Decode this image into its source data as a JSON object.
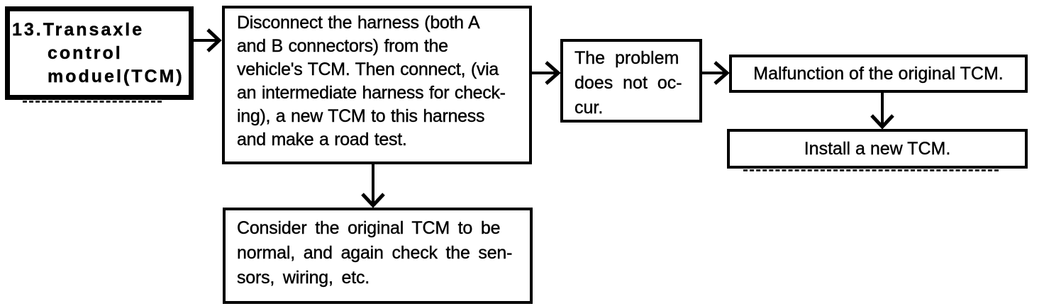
{
  "colors": {
    "ink": "#000000",
    "paper": "#ffffff"
  },
  "flow": {
    "step": {
      "lines": [
        "13.Transaxle",
        "control",
        "moduel(TCM)"
      ]
    },
    "action": {
      "lines": [
        "Disconnect the harness (both A",
        "and B connectors) from the",
        "vehicle's TCM. Then connect, (via",
        "an intermediate harness for check-",
        "ing), a new TCM to this harness",
        "and make a road test."
      ]
    },
    "result": {
      "lines": [
        "The problem",
        "does not oc-",
        "cur."
      ]
    },
    "malfunction": {
      "text": "Malfunction of the original TCM."
    },
    "install": {
      "text": "Install a new TCM."
    },
    "consider": {
      "lines": [
        "Consider the original TCM to be",
        "normal, and again check the sen-",
        "sors, wiring, etc."
      ]
    }
  }
}
